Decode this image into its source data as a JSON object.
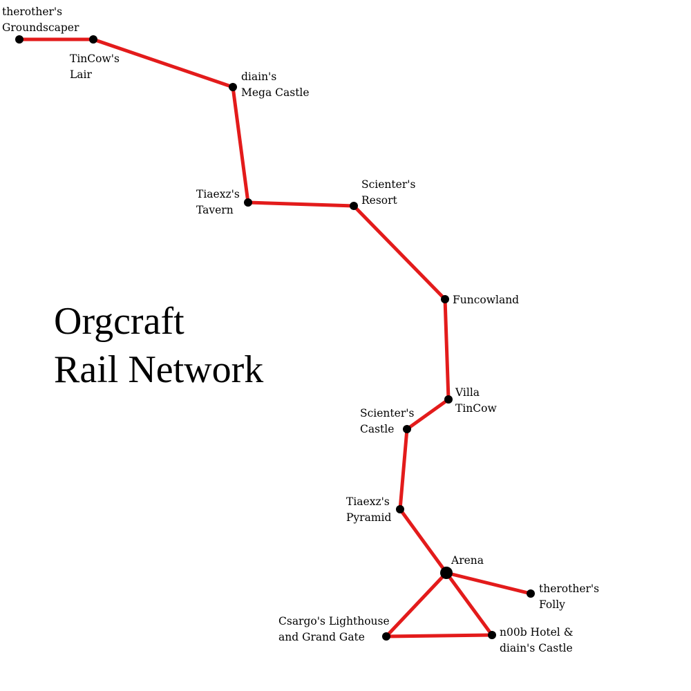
{
  "title": {
    "line1": "Orgcraft",
    "line2": "Rail Network"
  },
  "colors": {
    "rail": "#e31b1b",
    "station": "#000000",
    "background": "#ffffff"
  },
  "stations": [
    {
      "id": "groundscaper",
      "label": [
        "therother's",
        "Groundscaper"
      ]
    },
    {
      "id": "tincow-lair",
      "label": [
        "TinCow's",
        "Lair"
      ]
    },
    {
      "id": "mega-castle",
      "label": [
        "diain's",
        "Mega Castle"
      ]
    },
    {
      "id": "tiaexz-tavern",
      "label": [
        "Tiaexz's",
        "Tavern"
      ]
    },
    {
      "id": "scienter-resort",
      "label": [
        "Scienter's",
        "Resort"
      ]
    },
    {
      "id": "funcowland",
      "label": [
        "Funcowland"
      ]
    },
    {
      "id": "villa-tincow",
      "label": [
        "Villa",
        "TinCow"
      ]
    },
    {
      "id": "scienter-castle",
      "label": [
        "Scienter's",
        "Castle"
      ]
    },
    {
      "id": "tiaexz-pyramid",
      "label": [
        "Tiaexz's",
        "Pyramid"
      ]
    },
    {
      "id": "arena",
      "label": [
        "Arena"
      ]
    },
    {
      "id": "therother-folly",
      "label": [
        "therother's",
        "Folly"
      ]
    },
    {
      "id": "csargo-lighthouse",
      "label": [
        "Csargo's Lighthouse",
        "and Grand Gate"
      ]
    },
    {
      "id": "n00b-hotel",
      "label": [
        "n00b Hotel &",
        "diain's Castle"
      ]
    }
  ],
  "links": [
    [
      "groundscaper",
      "tincow-lair"
    ],
    [
      "tincow-lair",
      "mega-castle"
    ],
    [
      "mega-castle",
      "tiaexz-tavern"
    ],
    [
      "tiaexz-tavern",
      "scienter-resort"
    ],
    [
      "scienter-resort",
      "funcowland"
    ],
    [
      "funcowland",
      "villa-tincow"
    ],
    [
      "villa-tincow",
      "scienter-castle"
    ],
    [
      "scienter-castle",
      "tiaexz-pyramid"
    ],
    [
      "tiaexz-pyramid",
      "arena"
    ],
    [
      "arena",
      "therother-folly"
    ],
    [
      "arena",
      "csargo-lighthouse"
    ],
    [
      "arena",
      "n00b-hotel"
    ],
    [
      "csargo-lighthouse",
      "n00b-hotel"
    ]
  ]
}
